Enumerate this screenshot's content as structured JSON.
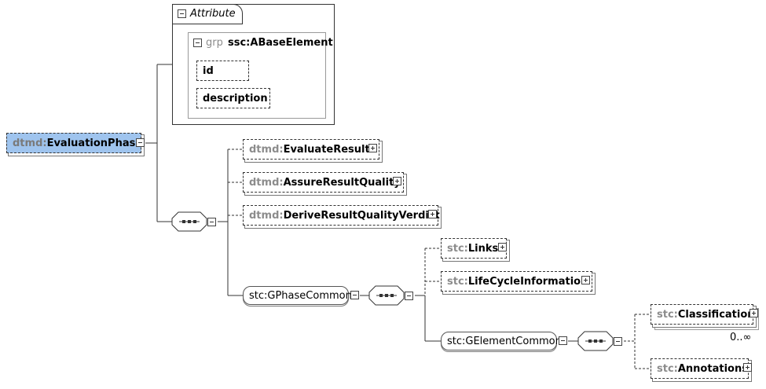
{
  "root": {
    "prefix": "dtmd:",
    "name": "EvaluationPhase"
  },
  "attributes": {
    "title": "Attribute",
    "group": {
      "prefix": "grp",
      "name": "ssc:ABaseElement"
    },
    "items": [
      "id",
      "description"
    ]
  },
  "sequence_children": [
    {
      "prefix": "dtmd:",
      "name": "EvaluateResults"
    },
    {
      "prefix": "dtmd:",
      "name": "AssureResultQuality"
    },
    {
      "prefix": "dtmd:",
      "name": "DeriveResultQualityVerdict"
    }
  ],
  "group_phase": {
    "label": "stc:GPhaseCommon"
  },
  "phase_children": [
    {
      "prefix": "stc:",
      "name": "Links"
    },
    {
      "prefix": "stc:",
      "name": "LifeCycleInformation"
    }
  ],
  "group_element": {
    "label": "stc:GElementCommon"
  },
  "element_children": [
    {
      "prefix": "stc:",
      "name": "Classification",
      "cardinality": "0..∞"
    },
    {
      "prefix": "stc:",
      "name": "Annotations"
    }
  ],
  "colors": {
    "root_fill": "#9fc4ee",
    "line": "#333333",
    "prefix_gray": "#8c8c8c"
  }
}
